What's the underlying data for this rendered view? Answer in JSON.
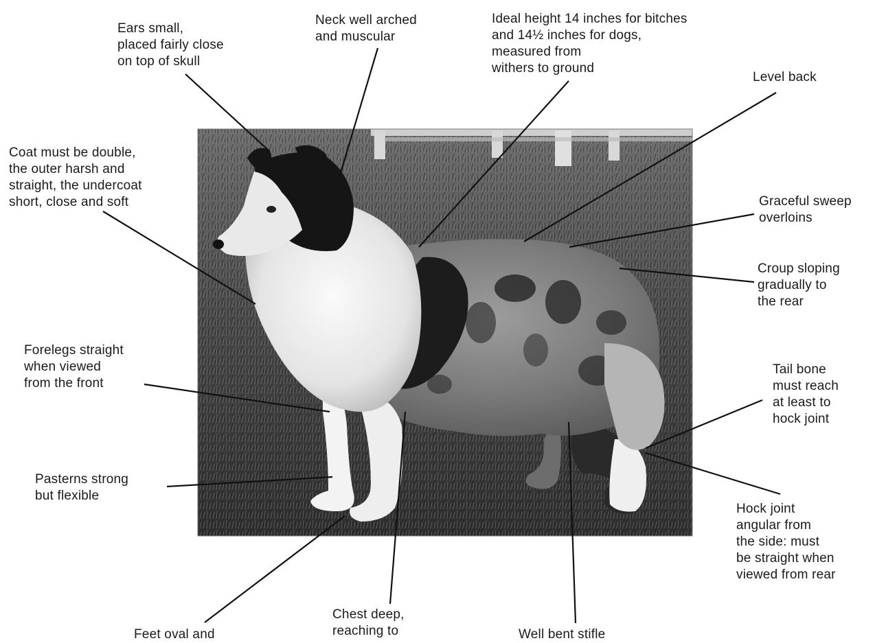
{
  "photo": {
    "subject": "blue merle Shetland sheepdog standing in profile on grass",
    "palette": {
      "grass_dark": "#3a3a3a",
      "grass_light": "#7d7d7d",
      "white_fur": "#f2f2f2",
      "black_fur": "#111111",
      "merle_gray": "#8c8c8c",
      "fence": "#d0d0d0"
    }
  },
  "annotations": {
    "ears": "Ears small,\nplaced fairly close\non top of skull",
    "neck": "Neck well arched\nand muscular",
    "height": "Ideal height 14 inches for bitches\nand 14½ inches for dogs,\nmeasured from\nwithers to ground",
    "back": "Level back",
    "coat": "Coat must be double,\nthe outer harsh and\nstraight, the undercoat\nshort, close and soft",
    "sweep": "Graceful sweep\noverloins",
    "croup": "Croup sloping\ngradually to\nthe rear",
    "forelegs": "Forelegs straight\nwhen viewed\nfrom the front",
    "tail": "Tail bone\nmust reach\nat least to\nhock joint",
    "pasterns": "Pasterns strong\nbut flexible",
    "hock": "Hock joint\nangular from\nthe side: must\nbe straight when\nviewed from rear",
    "feet": "Feet oval and",
    "chest": "Chest deep,\nreaching to",
    "stifle": "Well bent stifle"
  }
}
